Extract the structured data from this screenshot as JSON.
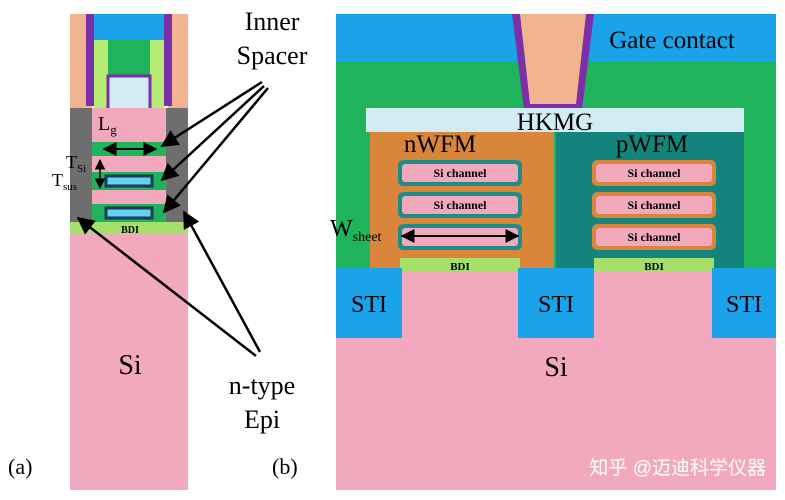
{
  "panel_a": {
    "label": "(a)",
    "inner_spacer_line1": "Inner",
    "inner_spacer_line2": "Spacer",
    "lg_main": "L",
    "lg_sub": "g",
    "tsi_main": "T",
    "tsi_sub": "Si",
    "tsus_main": "T",
    "tsus_sub": "sus",
    "bdi": "BDI",
    "epi_line1": "n-type",
    "epi_line2": "Epi",
    "si": "Si"
  },
  "panel_b": {
    "label": "(b)",
    "gate_contact": "Gate contact",
    "hkmg": "HKMG",
    "nwfm": "nWFM",
    "pwfm": "pWFM",
    "channel": "Si channel",
    "wsheet_main": "W",
    "wsheet_sub": "sheet",
    "bdi": "BDI",
    "sti": "STI",
    "si": "Si"
  },
  "watermark": "知乎 @迈迪科学仪器",
  "colors": {
    "si": "#f3a9bd",
    "gate_contact": "#f2b48e",
    "contact_liner": "#7b2fa8",
    "gate_fill": "#1fb35b",
    "hkmg": "#d3ecf4",
    "nwfm": "#d9853a",
    "pwfm": "#14857d",
    "sti": "#1aa3e8",
    "bdi": "#a6e06a",
    "spacer": "#b6ec74",
    "epi_dark": "#6e6e6e",
    "sheet_outline": "#1e8c88"
  }
}
